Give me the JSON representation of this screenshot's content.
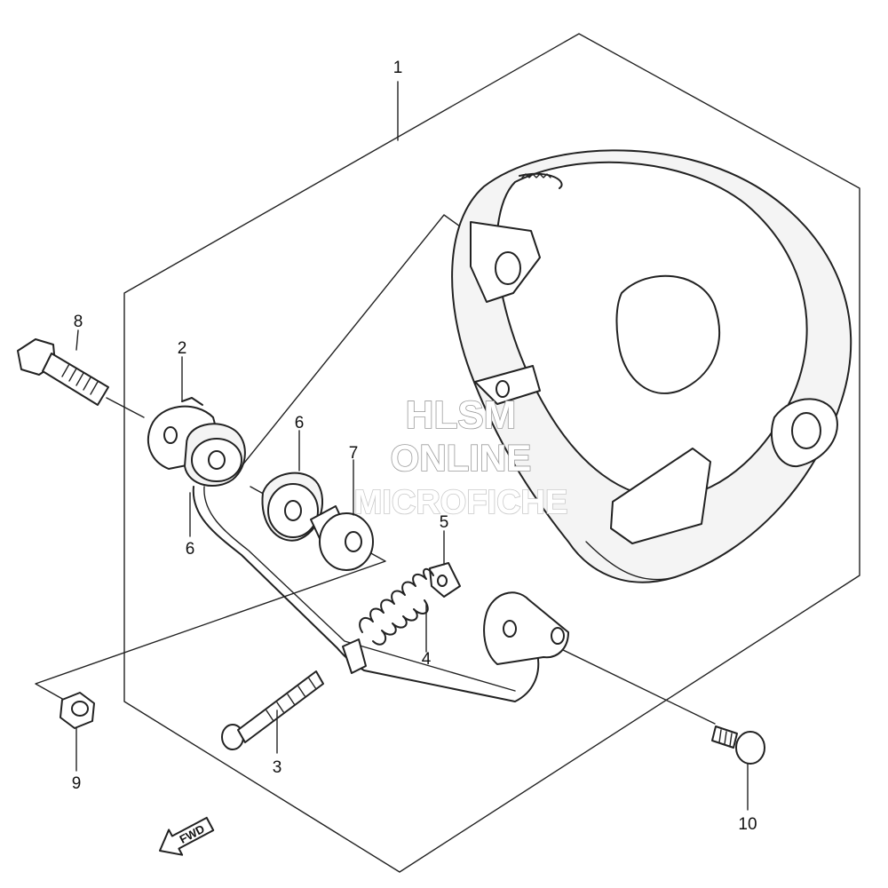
{
  "callouts": [
    {
      "id": "c1",
      "label": "1"
    },
    {
      "id": "c2",
      "label": "2"
    },
    {
      "id": "c3",
      "label": "3"
    },
    {
      "id": "c4",
      "label": "4"
    },
    {
      "id": "c5",
      "label": "5"
    },
    {
      "id": "c6a",
      "label": "6"
    },
    {
      "id": "c6b",
      "label": "6"
    },
    {
      "id": "c7",
      "label": "7"
    },
    {
      "id": "c8",
      "label": "8"
    },
    {
      "id": "c9",
      "label": "9"
    },
    {
      "id": "c10",
      "label": "10"
    }
  ],
  "watermark": {
    "line1": "HLSM",
    "line2": "ONLINE",
    "line3": "MICROFICHE"
  },
  "direction_marker": {
    "label": "FWD"
  }
}
